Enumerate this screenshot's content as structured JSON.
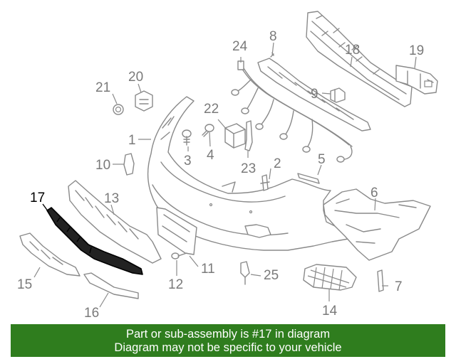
{
  "highlight_color": "#000000",
  "banner": {
    "background": "#2f7d1e",
    "line1": "Part or sub-assembly is #17 in diagram",
    "line2": "Diagram may not be specific to your vehicle"
  },
  "callouts": [
    "1",
    "2",
    "3",
    "4",
    "5",
    "6",
    "7",
    "8",
    "9",
    "10",
    "11",
    "12",
    "13",
    "14",
    "15",
    "16",
    "17",
    "19",
    "20",
    "21",
    "22",
    "23",
    "24",
    "25",
    "18"
  ],
  "highlighted_callout": "17"
}
